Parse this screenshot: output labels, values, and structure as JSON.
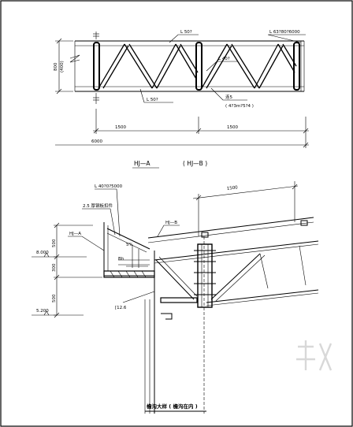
{
  "top_truss": {
    "label_top_chord": "L 50?",
    "label_plate": "L 63?80?6000",
    "label_diagonal": "L 40?",
    "label_bottom_chord": "L 50?",
    "label_connector": "连5",
    "label_weld_note": "( 4?3m?5?4 )",
    "height_dim": "800",
    "height_dim_alt": "(400)",
    "span_left": "1500",
    "span_right": "1500",
    "total_length": "6000",
    "caption_a": "HJ—A",
    "caption_b": "( HJ—B )"
  },
  "detail": {
    "label_angle": "L 40?0?5000",
    "label_sheet": "2.5 厚钢板扣件",
    "label_hj_a": "HJ—A",
    "label_hj_b": "HJ—B",
    "label_span": "1500",
    "label_slope": "5%",
    "label_channel": "[12.6",
    "label_elev_top": "8.000",
    "label_elev_bottom": "5.200",
    "dim_500_upper": "500",
    "dim_300": "300",
    "dim_500_lower": "500",
    "dim_bh": "Bh",
    "caption": "檐沟大样 ( 檐沟在内 )"
  }
}
